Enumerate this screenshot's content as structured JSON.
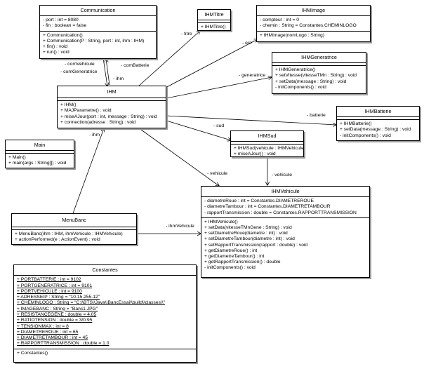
{
  "classes": {
    "communication": {
      "name": "Communication",
      "attributes": [
        "- port : int = 8080",
        "- fin : boolean = false"
      ],
      "operations": [
        "+ Communication()",
        "+ Communication(P : String, port : int, ihm : IHM)",
        "+ fin() : void",
        "+ run() : void"
      ]
    },
    "ihmtitre": {
      "name": "IHMTitre",
      "attributes": [],
      "operations": [
        "+ IHMTitre()"
      ]
    },
    "ihmimage": {
      "name": "IHMImage",
      "attributes": [
        "- compteur : int = 0",
        "- chemin : String = Constantes.CHEMINLOGO"
      ],
      "operations": [
        "+ IHMImage(nomLogo : String)"
      ]
    },
    "ihmgeneratrice": {
      "name": "IHMGeneratrice",
      "attributes": [],
      "operations": [
        "+ IHMGeneratrice()",
        "+ setVitesse(vitesseTMn : String) : void",
        "+ setData(message : String) : void",
        "- initComponents() : void"
      ]
    },
    "ihm": {
      "name": "IHM",
      "attributes": [],
      "operations": [
        "+ IHM()",
        "+ MAJParametre() : void",
        "+ miseAJour(port : int, message : String) : void",
        "+ connection(adresse : String) : void"
      ]
    },
    "ihmbatterie": {
      "name": "IHMBatterie",
      "attributes": [],
      "operations": [
        "+ IHMBatterie()",
        "+ setData(message : String) : void",
        "- initComponents() : void"
      ]
    },
    "main": {
      "name": "Main",
      "attributes": [],
      "operations": [
        "+ Main()",
        "+ main(args : String[]) : void"
      ]
    },
    "ihmsud": {
      "name": "IHMSud",
      "attributes": [],
      "operations": [
        "+ IHMSud(vehicule : IHMVehicule)",
        "+ miseAJour() : void"
      ]
    },
    "ihmvehicule": {
      "name": "IHMVehicule",
      "attributes": [
        "- diametreRoue : int = Constantes.DIAMETREROUE",
        "- diametreTambour : int = Constantes.DIAMETRETAMBOUR",
        "- rapportTransmission : double = Constantes.RAPPORTTRANSMISSION"
      ],
      "operations": [
        "+ IHMVehicule()",
        "+ setData(vitesseTMnGene : String) : void",
        "+ setDiametreRoue(diametre : int) : void",
        "+ setDiametreTambour(diametre : int) : void",
        "+ setRapportTransmission(rapport : double) : void",
        "+ getDiametreRoue() : int",
        "+ getDiametreTambour() : int",
        "+ getRapportTransmission() : double",
        "- initComponents() : void"
      ]
    },
    "menubanc": {
      "name": "MenuBanc",
      "attributes": [],
      "operations": [
        "+ MenuBanc(ihm : IHM, ihmVehicule : IHMVehicule)",
        "+ actionPerformed(e : ActionEvent) : void"
      ]
    },
    "constantes": {
      "name": "Constantes",
      "attributes": [
        "+ PORTBATTERIE : int = 9102",
        "+ PORTGENERATRICE : int = 9101",
        "+ PORTVEHICULE : int = 9100",
        "+ ADRESSEIP : String = \"10.15.255.12\"",
        "+ CHEMINLOGO : String = \"C:\\\\BTS\\\\Java\\\\BancEssai\\\\build\\\\classes\\\\\"",
        "+ IMAGEBANC : String = \"Banc1.JPG\"",
        "+ RESISTANCEGENE : double = 4.05",
        "+ RATIOTENSION : double = 3/0.95",
        "+ TENSIONMAX : int = 8",
        "+ DIAMETREROUE : int = 65",
        "+ DIAMETRETAMBOUR : int = 45",
        "+ RAPPORTTRANSMISSION : double = 1.0"
      ],
      "operations": [
        "+ Constantes()"
      ]
    }
  },
  "associations": {
    "titre": "- titre",
    "est": "- est",
    "generatrice": "- generatrice",
    "batterie": "- batterie",
    "sud": "- sud",
    "vehicule_ihm": "- vehicule",
    "vehicule_sud": "- vehicule",
    "ihm_menubanc": "- ihm",
    "ihm_comm": "- ihm",
    "comVehicule": "- comVehicule",
    "comBatterie": "- comBatterie",
    "comGeneratrice": "- comGeneratrice",
    "ihmVehicule": "- ihmVehicule"
  }
}
